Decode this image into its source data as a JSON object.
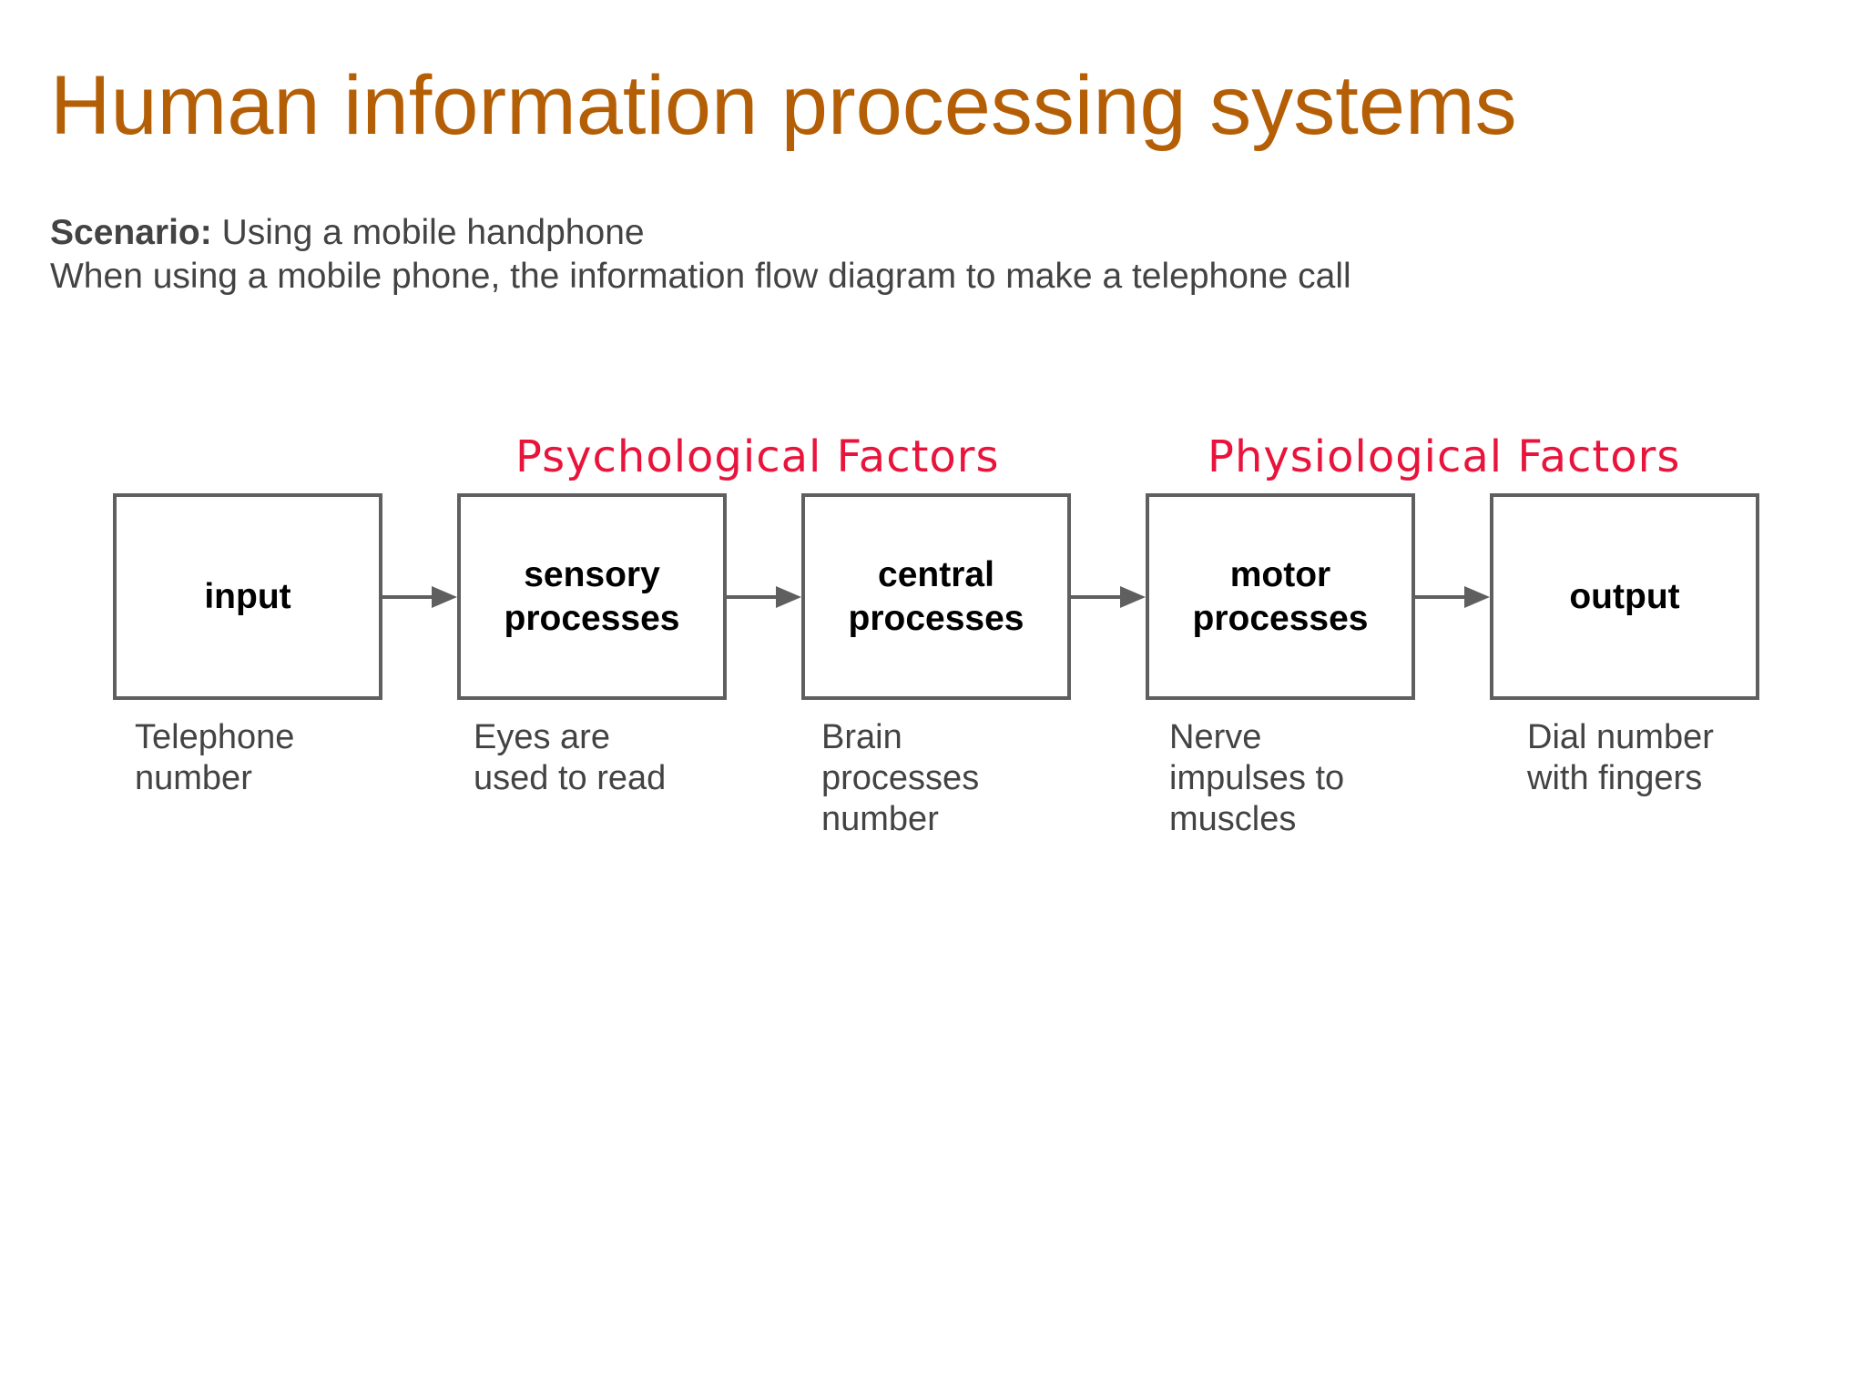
{
  "title": "Human information processing systems",
  "scenario": {
    "label": "Scenario:",
    "text": " Using a mobile handphone",
    "description": "When using a mobile phone, the information flow diagram to make a telephone call"
  },
  "factors": {
    "psychological": "Psychological Factors",
    "physiological": "Physiological Factors",
    "color": "#e8143c"
  },
  "stages": [
    {
      "label": "input",
      "description": "Telephone\nnumber"
    },
    {
      "label": "sensory\nprocesses",
      "description": "Eyes are\nused to read"
    },
    {
      "label": "central\nprocesses",
      "description": "Brain\nprocesses\nnumber"
    },
    {
      "label": "motor\nprocesses",
      "description": "Nerve\nimpulses to\nmuscles"
    },
    {
      "label": "output",
      "description": "Dial number\nwith fingers"
    }
  ],
  "colors": {
    "title": "#b45f06",
    "body_text": "#434343",
    "box_border": "#5f5f5f"
  }
}
